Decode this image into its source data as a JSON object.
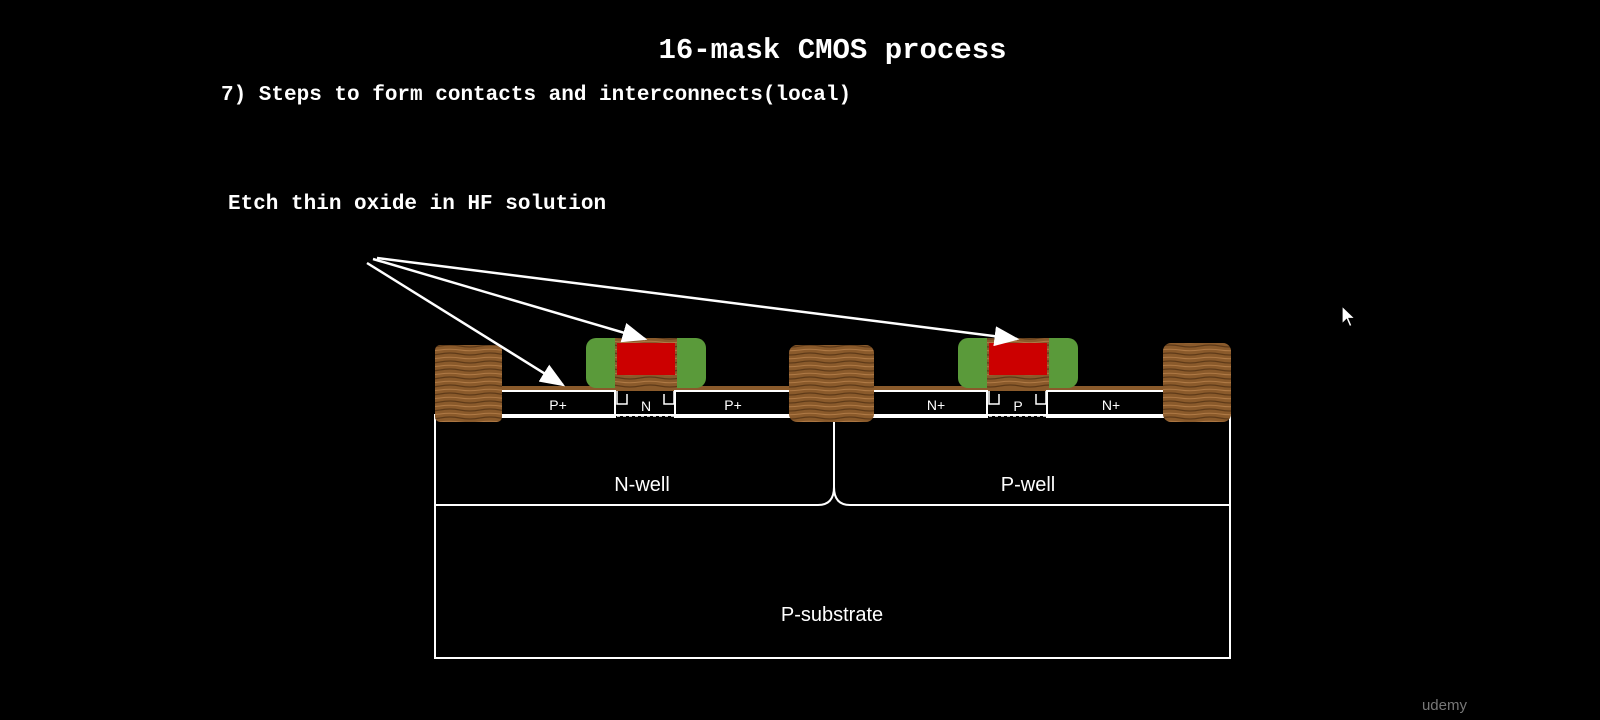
{
  "slide": {
    "title": "16-mask CMOS process",
    "subtitle": "7) Steps to form contacts and interconnects(local)",
    "note": "Etch thin oxide in HF solution"
  },
  "regions": {
    "nwell": "N-well",
    "pwell": "P-well",
    "substrate": "P-substrate",
    "pmos_source": "P+",
    "pmos_channel": "N",
    "pmos_drain": "P+",
    "nmos_source": "N+",
    "nmos_channel": "P",
    "nmos_drain": "N+"
  },
  "watermark": "udemy",
  "colors": {
    "background": "#000000",
    "field_oxide": "#8a5a2b",
    "spacer": "#5a9a3a",
    "gate": "#cc0000",
    "outline": "#ffffff"
  },
  "icons": {
    "cursor": "mouse-pointer-icon"
  }
}
